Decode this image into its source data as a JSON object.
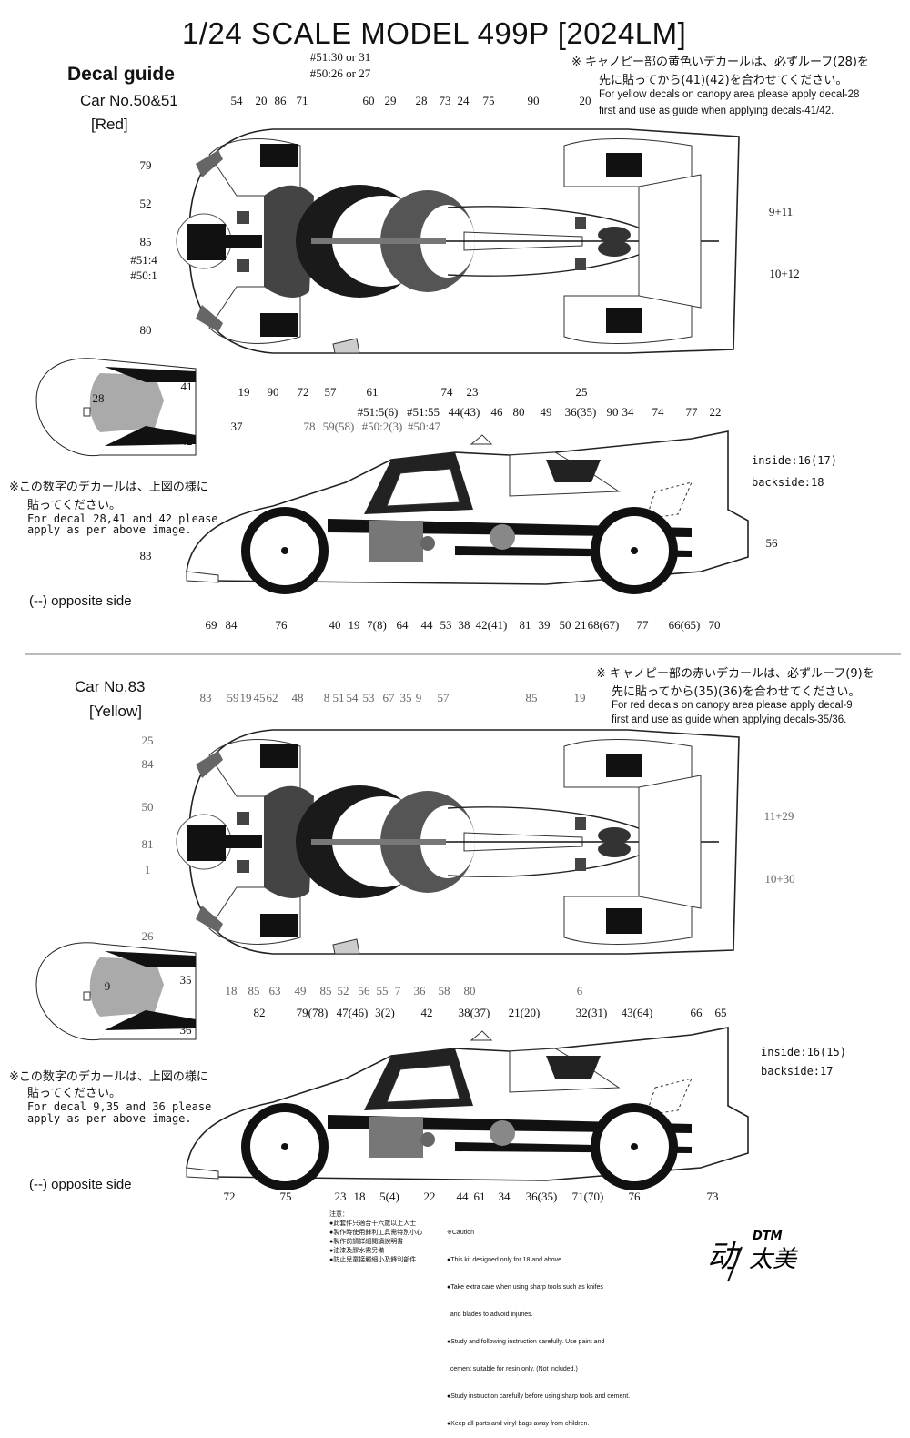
{
  "header": {
    "title": "1/24 SCALE MODEL 499P [2024LM]"
  },
  "section1": {
    "guide_title": "Decal guide",
    "car": "Car No.50&51",
    "color": "[Red]",
    "canopy_note_jp": [
      "※ キャノピー部の黄色いデカールは、必ずルーフ(28)を",
      "先に貼ってから(41)(42)を合わせてください。"
    ],
    "canopy_note_en": [
      "For yellow decals on canopy area please apply decal-28",
      "first and use as guide when applying decals-41/42."
    ],
    "top_labels": [
      "54",
      "20",
      "86",
      "71",
      "60",
      "29",
      "28",
      "73",
      "24",
      "75",
      "90",
      "20",
      "#51:30 or 31",
      "#50:26 or 27",
      "79",
      "52",
      "85",
      "#51:4",
      "#50:1",
      "80",
      "9+11",
      "10+12",
      "19",
      "90",
      "72",
      "57",
      "61",
      "74",
      "23",
      "25"
    ],
    "canopy_labels": [
      "28",
      "41",
      "42"
    ],
    "apply_note_jp": [
      "※この数字のデカールは、上図の様に",
      "貼ってください。"
    ],
    "apply_note_en": [
      "For decal 28,41 and 42 please",
      "apply as per above image."
    ],
    "side_labels": [
      "37",
      "#51:5(6)",
      "#51:55",
      "44(43)",
      "46",
      "80",
      "49",
      "36(35)",
      "90",
      "34",
      "74",
      "77",
      "22",
      "78",
      "59(58)",
      "#50:2(3)",
      "#50:47",
      "56",
      "83",
      "69",
      "84",
      "76",
      "40",
      "19",
      "7(8)",
      "64",
      "44",
      "53",
      "38",
      "42(41)",
      "81",
      "39",
      "50",
      "21",
      "68(67)",
      "77",
      "66(65)",
      "70"
    ],
    "side_notes": [
      "inside:16(17)",
      "backside:18"
    ],
    "opposite_side": "(--) opposite side"
  },
  "section2": {
    "car": "Car No.83",
    "color": "[Yellow]",
    "canopy_note_jp": [
      "※ キャノピー部の赤いデカールは、必ずルーフ(9)を",
      "先に貼ってから(35)(36)を合わせてください。"
    ],
    "canopy_note_en": [
      "For red decals on canopy area please apply decal-9",
      "first and use as guide when applying decals-35/36."
    ],
    "top_labels": [
      "83",
      "59",
      "19",
      "45",
      "62",
      "48",
      "8",
      "51",
      "54",
      "53",
      "67",
      "35",
      "9",
      "57",
      "85",
      "19",
      "25",
      "84",
      "50",
      "81",
      "1",
      "26",
      "11+29",
      "10+30",
      "18",
      "85",
      "63",
      "49",
      "85",
      "52",
      "56",
      "55",
      "7",
      "36",
      "58",
      "80",
      "6"
    ],
    "canopy_labels": [
      "9",
      "35",
      "36"
    ],
    "apply_note_jp": [
      "※この数字のデカールは、上図の様に",
      "貼ってください。"
    ],
    "apply_note_en": [
      "For decal 9,35 and 36 please",
      "apply as per above image."
    ],
    "side_labels": [
      "82",
      "79(78)",
      "47(46)",
      "3(2)",
      "42",
      "38(37)",
      "21(20)",
      "32(31)",
      "43(64)",
      "66",
      "65",
      "72",
      "75",
      "23",
      "18",
      "5(4)",
      "22",
      "44",
      "61",
      "34",
      "36(35)",
      "71(70)",
      "76",
      "73"
    ],
    "side_notes": [
      "inside:16(15)",
      "backside:17"
    ],
    "opposite_side": "(--) opposite side"
  },
  "footer": {
    "caution_cn_title": "注意：",
    "caution_cn": [
      "●此套件只適合十六歲以上人士",
      "●製作時使用鋒利工具需特別小心",
      "●製作前請詳細閱讀說明書",
      "●油漆及膠水需另備",
      "●防止兒童接觸細小及鋒利部件"
    ],
    "caution_en_title": "※Caution",
    "caution_en": [
      "●This kit designed only for 18 and above.",
      "●Take extra care when using sharp tools such as knifes",
      "  and blades to advoid injuries.",
      "●Study and following instruction carefully. Use paint and",
      "  cement suitable for resin only. (Not included.)",
      "●Study instruction carefully before using sharp tools and cement.",
      "●Keep all parts and vinyl bags away from children."
    ],
    "logo": "DTM 动太美"
  }
}
